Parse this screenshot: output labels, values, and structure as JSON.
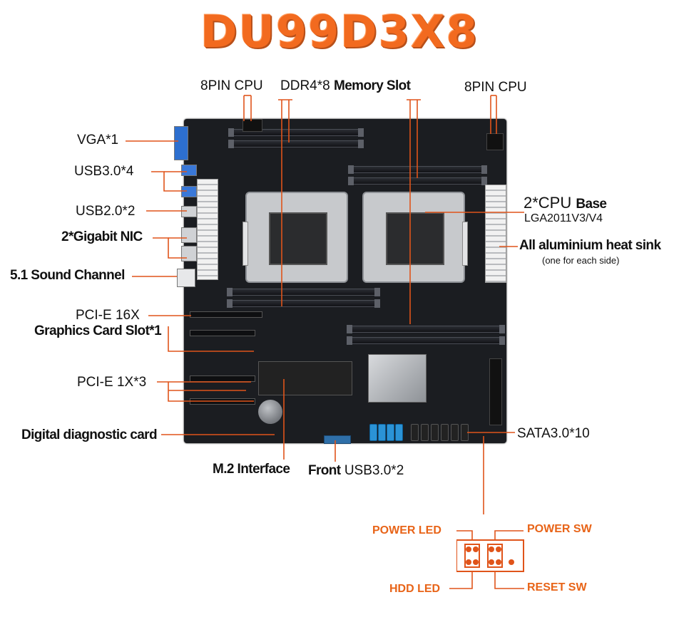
{
  "title": "DU99D3X8",
  "labels": {
    "cpu8pin_left": "8PIN CPU",
    "ddr_prefix": "DDR4*8",
    "ddr_suffix": "Memory Slot",
    "cpu8pin_right": "8PIN CPU",
    "vga": "VGA*1",
    "usb30": "USB3.0*4",
    "usb20": "USB2.0*2",
    "nic": "2*Gigabit NIC",
    "sound": "5.1 Sound Channel",
    "cpu_base_prefix": "2*CPU",
    "cpu_base_suffix": "Base",
    "lga": "LGA2011V3/V4",
    "heatsink": "All aluminium heat sink",
    "heatsink_note": "(one for each side)",
    "pcie16": "PCI-E 16X",
    "gfx_slot": "Graphics Card Slot*1",
    "pcie1x": "PCI-E 1X*3",
    "diag": "Digital diagnostic card",
    "sata": "SATA3.0*10",
    "m2": "M.2 Interface",
    "front_prefix": "Front",
    "front_suffix": "USB3.0*2"
  },
  "panel_header": {
    "power_led": "POWER LED",
    "power_sw": "POWER SW",
    "hdd_led": "HDD  LED",
    "reset_sw": "RESET SW"
  },
  "colors": {
    "accent": "#f26a1f",
    "line": "#e0541a",
    "board": "#1b1d21",
    "sata": "#2b93d6"
  }
}
